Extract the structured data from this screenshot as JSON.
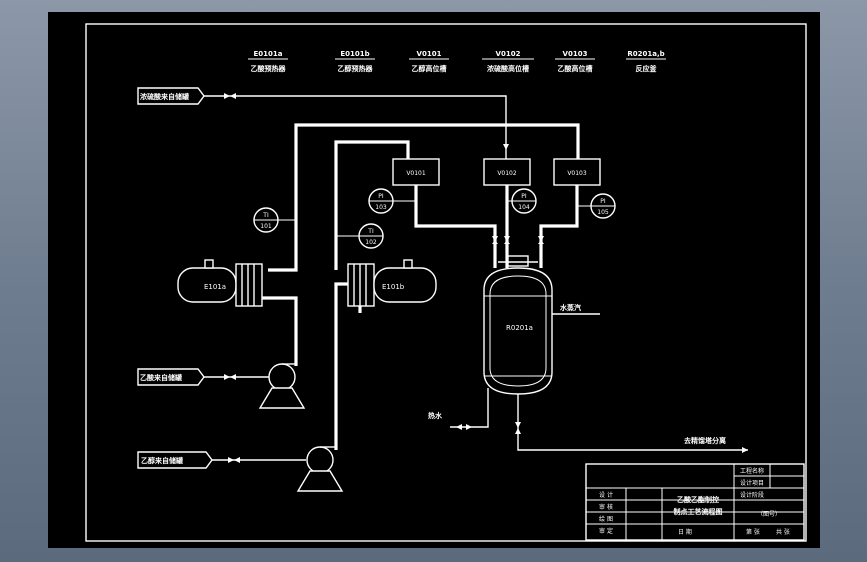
{
  "legend": [
    {
      "code": "E0101a",
      "name": "乙酸预热器"
    },
    {
      "code": "E0101b",
      "name": "乙醇预热器"
    },
    {
      "code": "V0101",
      "name": "乙醇高位槽"
    },
    {
      "code": "V0102",
      "name": "浓硫酸高位槽"
    },
    {
      "code": "V0103",
      "name": "乙酸高位槽"
    },
    {
      "code": "R0201a,b",
      "name": "反应釜"
    }
  ],
  "streams": {
    "acid_in": "浓硫酸来自储罐",
    "acetic_in": "乙酸来自储罐",
    "ethanol_in": "乙醇来自储罐",
    "steam": "水蒸汽",
    "hot_water": "热水",
    "product_out": "去精馏塔分离"
  },
  "equipment": {
    "e101a": "E101a",
    "e101b": "E101b",
    "v0101": "V0101",
    "v0102": "V0102",
    "v0103": "V0103",
    "r0201a": "R0201a"
  },
  "instruments": [
    {
      "tag": "TI",
      "num": "101"
    },
    {
      "tag": "PI",
      "num": "103"
    },
    {
      "tag": "TI",
      "num": "102"
    },
    {
      "tag": "PI",
      "num": "104"
    },
    {
      "tag": "PI",
      "num": "105"
    }
  ],
  "title_block": {
    "title_line1": "乙酸乙酯制控",
    "title_line2": "制点工艺流程图",
    "drawing_no": "（图号）",
    "project_name": "工程名称",
    "design_item": "设计项目",
    "design_stage": "设计阶段",
    "design": "设 计",
    "check": "审 核",
    "drawing": "绘 图",
    "approve": "审 定",
    "date": "日 期",
    "sheet_a": "第 张",
    "sheet_b": "共 张"
  },
  "colors": {
    "background": "#000000",
    "line": "#ffffff"
  }
}
